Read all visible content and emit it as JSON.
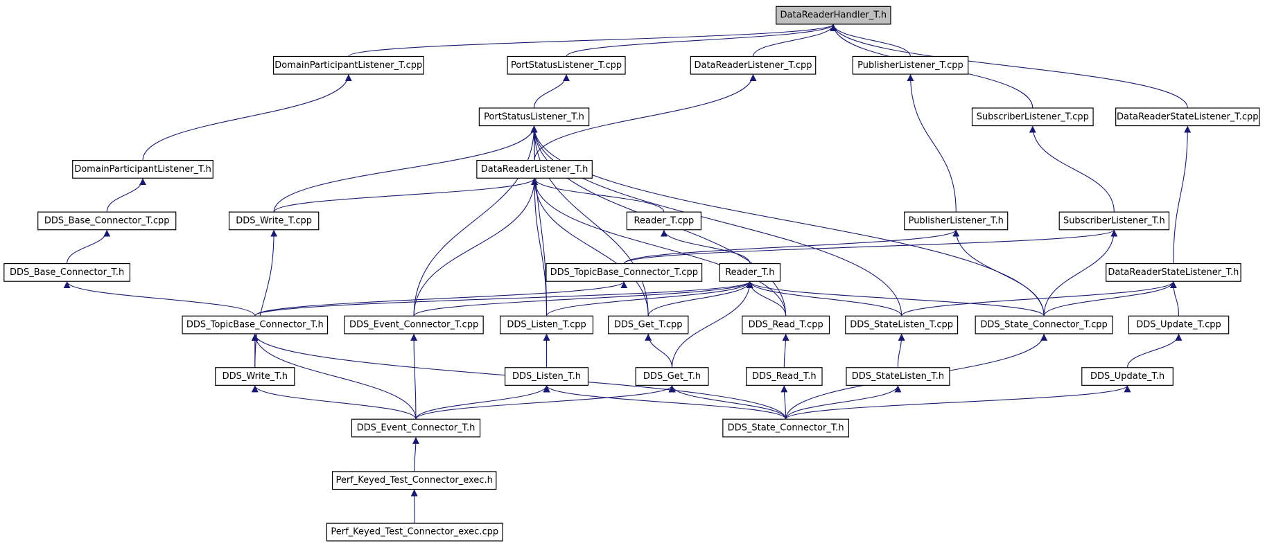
{
  "diagram": {
    "nodes": [
      {
        "id": "drh",
        "label": "DataReaderHandler_T.h",
        "root": true
      },
      {
        "id": "dplcpp",
        "label": "DomainParticipantListener_T.cpp"
      },
      {
        "id": "pslcpp",
        "label": "PortStatusListener_T.cpp"
      },
      {
        "id": "drlcpp",
        "label": "DataReaderListener_T.cpp"
      },
      {
        "id": "plcpp",
        "label": "PublisherListener_T.cpp"
      },
      {
        "id": "psl",
        "label": "PortStatusListener_T.h"
      },
      {
        "id": "slcpp",
        "label": "SubscriberListener_T.cpp"
      },
      {
        "id": "drslcpp",
        "label": "DataReaderStateListener_T.cpp"
      },
      {
        "id": "dpl",
        "label": "DomainParticipantListener_T.h"
      },
      {
        "id": "drl",
        "label": "DataReaderListener_T.h"
      },
      {
        "id": "dbccpp",
        "label": "DDS_Base_Connector_T.cpp"
      },
      {
        "id": "dwcpp",
        "label": "DDS_Write_T.cpp"
      },
      {
        "id": "rcpp",
        "label": "Reader_T.cpp"
      },
      {
        "id": "pl",
        "label": "PublisherListener_T.h"
      },
      {
        "id": "sl",
        "label": "SubscriberListener_T.h"
      },
      {
        "id": "dbc",
        "label": "DDS_Base_Connector_T.h"
      },
      {
        "id": "dtbccpp",
        "label": "DDS_TopicBase_Connector_T.cpp"
      },
      {
        "id": "reader",
        "label": "Reader_T.h"
      },
      {
        "id": "drsl",
        "label": "DataReaderStateListener_T.h"
      },
      {
        "id": "dtbc",
        "label": "DDS_TopicBase_Connector_T.h"
      },
      {
        "id": "decpp",
        "label": "DDS_Event_Connector_T.cpp"
      },
      {
        "id": "dlcpp",
        "label": "DDS_Listen_T.cpp"
      },
      {
        "id": "dgcpp",
        "label": "DDS_Get_T.cpp"
      },
      {
        "id": "drcpp",
        "label": "DDS_Read_T.cpp"
      },
      {
        "id": "dslcpp",
        "label": "DDS_StateListen_T.cpp"
      },
      {
        "id": "dsccpp",
        "label": "DDS_State_Connector_T.cpp"
      },
      {
        "id": "ducpp",
        "label": "DDS_Update_T.cpp"
      },
      {
        "id": "dw",
        "label": "DDS_Write_T.h"
      },
      {
        "id": "dl",
        "label": "DDS_Listen_T.h"
      },
      {
        "id": "dg",
        "label": "DDS_Get_T.h"
      },
      {
        "id": "dr",
        "label": "DDS_Read_T.h"
      },
      {
        "id": "dsl",
        "label": "DDS_StateListen_T.h"
      },
      {
        "id": "du",
        "label": "DDS_Update_T.h"
      },
      {
        "id": "dec",
        "label": "DDS_Event_Connector_T.h"
      },
      {
        "id": "dsc",
        "label": "DDS_State_Connector_T.h"
      },
      {
        "id": "pktce",
        "label": "Perf_Keyed_Test_Connector_exec.h"
      },
      {
        "id": "pktcecpp",
        "label": "Perf_Keyed_Test_Connector_exec.cpp"
      }
    ],
    "edges": [
      [
        "dplcpp",
        "drh"
      ],
      [
        "pslcpp",
        "drh"
      ],
      [
        "drlcpp",
        "drh"
      ],
      [
        "plcpp",
        "drh"
      ],
      [
        "slcpp",
        "drh"
      ],
      [
        "drslcpp",
        "drh"
      ],
      [
        "dpl",
        "dplcpp"
      ],
      [
        "psl",
        "pslcpp"
      ],
      [
        "drl",
        "drlcpp"
      ],
      [
        "pl",
        "plcpp"
      ],
      [
        "sl",
        "slcpp"
      ],
      [
        "drsl",
        "drslcpp"
      ],
      [
        "drl",
        "psl"
      ],
      [
        "dwcpp",
        "psl"
      ],
      [
        "decpp",
        "psl"
      ],
      [
        "dlcpp",
        "psl"
      ],
      [
        "dgcpp",
        "psl"
      ],
      [
        "drcpp",
        "psl"
      ],
      [
        "dslcpp",
        "psl"
      ],
      [
        "dsccpp",
        "psl"
      ],
      [
        "dwcpp",
        "drl"
      ],
      [
        "rcpp",
        "drl"
      ],
      [
        "decpp",
        "drl"
      ],
      [
        "dlcpp",
        "drl"
      ],
      [
        "dgcpp",
        "drl"
      ],
      [
        "drcpp",
        "drl"
      ],
      [
        "dbccpp",
        "dpl"
      ],
      [
        "dbc",
        "dbccpp"
      ],
      [
        "dtbc",
        "dbc"
      ],
      [
        "reader",
        "rcpp"
      ],
      [
        "dtbccpp",
        "pl"
      ],
      [
        "dsccpp",
        "pl"
      ],
      [
        "dtbccpp",
        "sl"
      ],
      [
        "dsccpp",
        "sl"
      ],
      [
        "dtbc",
        "dtbccpp"
      ],
      [
        "dtbc",
        "reader"
      ],
      [
        "decpp",
        "reader"
      ],
      [
        "dlcpp",
        "reader"
      ],
      [
        "dgcpp",
        "reader"
      ],
      [
        "drcpp",
        "reader"
      ],
      [
        "dslcpp",
        "reader"
      ],
      [
        "dsccpp",
        "reader"
      ],
      [
        "dg",
        "reader"
      ],
      [
        "dslcpp",
        "drsl"
      ],
      [
        "dsccpp",
        "drsl"
      ],
      [
        "ducpp",
        "drsl"
      ],
      [
        "dw",
        "dtbc"
      ],
      [
        "dec",
        "dtbc"
      ],
      [
        "dsc",
        "dtbc"
      ],
      [
        "dec",
        "decpp"
      ],
      [
        "dl",
        "dlcpp"
      ],
      [
        "dg",
        "dgcpp"
      ],
      [
        "dr",
        "drcpp"
      ],
      [
        "dsl",
        "dslcpp"
      ],
      [
        "dsc",
        "dsccpp"
      ],
      [
        "du",
        "ducpp"
      ],
      [
        "dw",
        "dwcpp"
      ],
      [
        "dec",
        "dw"
      ],
      [
        "dec",
        "dl"
      ],
      [
        "dec",
        "dg"
      ],
      [
        "dsc",
        "dl"
      ],
      [
        "dsc",
        "dg"
      ],
      [
        "dsc",
        "dr"
      ],
      [
        "dsc",
        "dsl"
      ],
      [
        "dsc",
        "du"
      ],
      [
        "pktce",
        "dec"
      ],
      [
        "pktcecpp",
        "pktce"
      ]
    ]
  }
}
